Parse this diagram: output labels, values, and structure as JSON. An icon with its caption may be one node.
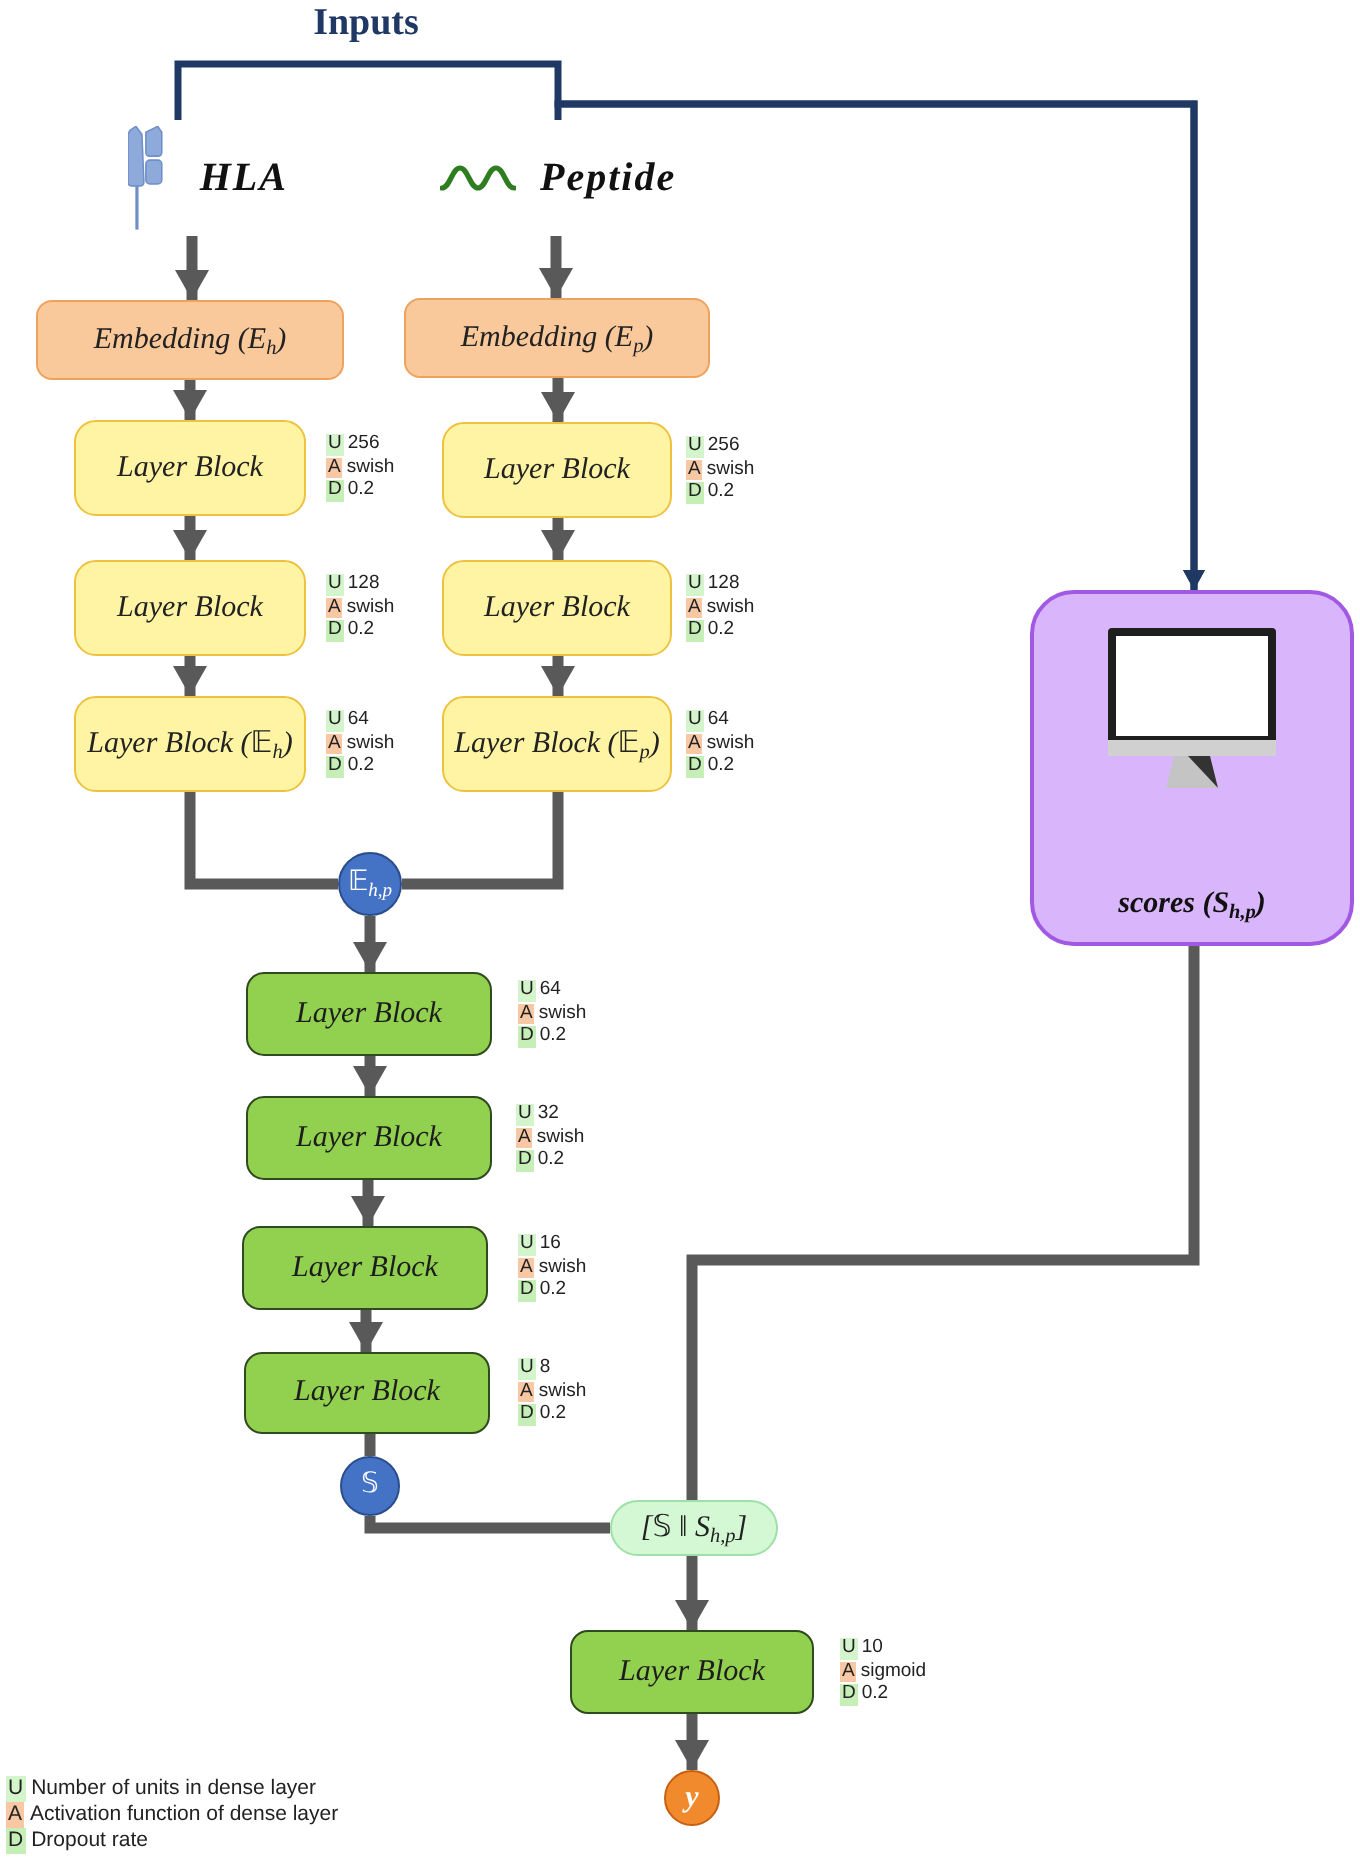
{
  "diagram": {
    "title": "Inputs",
    "nodes": [
      {
        "text": [
          "HLA"
        ]
      },
      {
        "text": [
          "Peptide"
        ]
      },
      {
        "text": [
          "Embedding (E$_{h}$)"
        ]
      },
      {
        "text": [
          "Embedding (E$_{p}$)"
        ]
      },
      {
        "text": [
          "Layer Block"
        ],
        "beside": [
          "U 256",
          "A swish",
          "D 0.2"
        ]
      },
      {
        "text": [
          "Layer Block"
        ],
        "beside": [
          "U 256",
          "A swish",
          "D 0.2"
        ]
      },
      {
        "text": [
          "Layer Block"
        ],
        "beside": [
          "U 128",
          "A swish",
          "D 0.2"
        ]
      },
      {
        "text": [
          "Layer Block"
        ],
        "beside": [
          "U 128",
          "A swish",
          "D 0.2"
        ]
      },
      {
        "text": [
          "Layer Block (𝔼$_{h}$)"
        ],
        "beside": [
          "U 64",
          "A swish",
          "D 0.2"
        ]
      },
      {
        "text": [
          "Layer Block (𝔼$_{p}$)"
        ],
        "beside": [
          "U 64",
          "A swish",
          "D 0.2"
        ]
      },
      {
        "text": [
          "scores (S$_{h,p}$)"
        ]
      },
      {
        "text": [
          "𝔼$_{h,p}$"
        ]
      },
      {
        "text": [
          "Layer Block"
        ],
        "beside": [
          "U 64",
          "A swish",
          "D 0.2"
        ]
      },
      {
        "text": [
          "Layer Block"
        ],
        "beside": [
          "U 32",
          "A swish",
          "D 0.2"
        ]
      },
      {
        "text": [
          "Layer Block"
        ],
        "beside": [
          "U 16",
          "A swish",
          "D 0.2"
        ]
      },
      {
        "text": [
          "Layer Block"
        ],
        "beside": [
          "U 8",
          "A swish",
          "D 0.2"
        ]
      },
      {
        "text": [
          "𝕊"
        ]
      },
      {
        "text": [
          "[𝕊 ‖ S$_{h,p}$]"
        ]
      },
      {
        "text": [
          "Layer Block"
        ],
        "beside": [
          "U 10",
          "A sigmoid",
          "D 0.2"
        ]
      },
      {
        "text": [
          "y"
        ]
      }
    ],
    "edges": [
      {
        "from": 0,
        "to": 10,
        "arrow": "to",
        "color": "#1f3864"
      },
      {
        "from": 1,
        "to": 10,
        "arrow": "to",
        "color": "#1f3864"
      },
      {
        "from": 0,
        "to": 2,
        "arrow": "to"
      },
      {
        "from": 1,
        "to": 3,
        "arrow": "to"
      },
      {
        "from": 2,
        "to": 4,
        "arrow": "to"
      },
      {
        "from": 3,
        "to": 5,
        "arrow": "to"
      },
      {
        "from": 4,
        "to": 6,
        "arrow": "to"
      },
      {
        "from": 5,
        "to": 7,
        "arrow": "to"
      },
      {
        "from": 6,
        "to": 8,
        "arrow": "to"
      },
      {
        "from": 7,
        "to": 9,
        "arrow": "to"
      },
      {
        "from": 8,
        "to": 11,
        "arrow": "none"
      },
      {
        "from": 9,
        "to": 11,
        "arrow": "none"
      },
      {
        "from": 11,
        "to": 12,
        "arrow": "to"
      },
      {
        "from": 12,
        "to": 13,
        "arrow": "to"
      },
      {
        "from": 13,
        "to": 14,
        "arrow": "to"
      },
      {
        "from": 14,
        "to": 15,
        "arrow": "to"
      },
      {
        "from": 15,
        "to": 16,
        "arrow": "none"
      },
      {
        "from": 16,
        "to": 17,
        "arrow": "none"
      },
      {
        "from": 10,
        "to": 17,
        "arrow": "none"
      },
      {
        "from": 17,
        "to": 18,
        "arrow": "to"
      },
      {
        "from": 18,
        "to": 19,
        "arrow": "to"
      }
    ],
    "legend": [
      {
        "text": "U Number of units in dense layer",
        "color": "#d4f5cc"
      },
      {
        "text": "A Activation function of dense layer",
        "color": "#f8c8a4"
      },
      {
        "text": "D Dropout rate",
        "color": "#c6efb8"
      }
    ]
  }
}
